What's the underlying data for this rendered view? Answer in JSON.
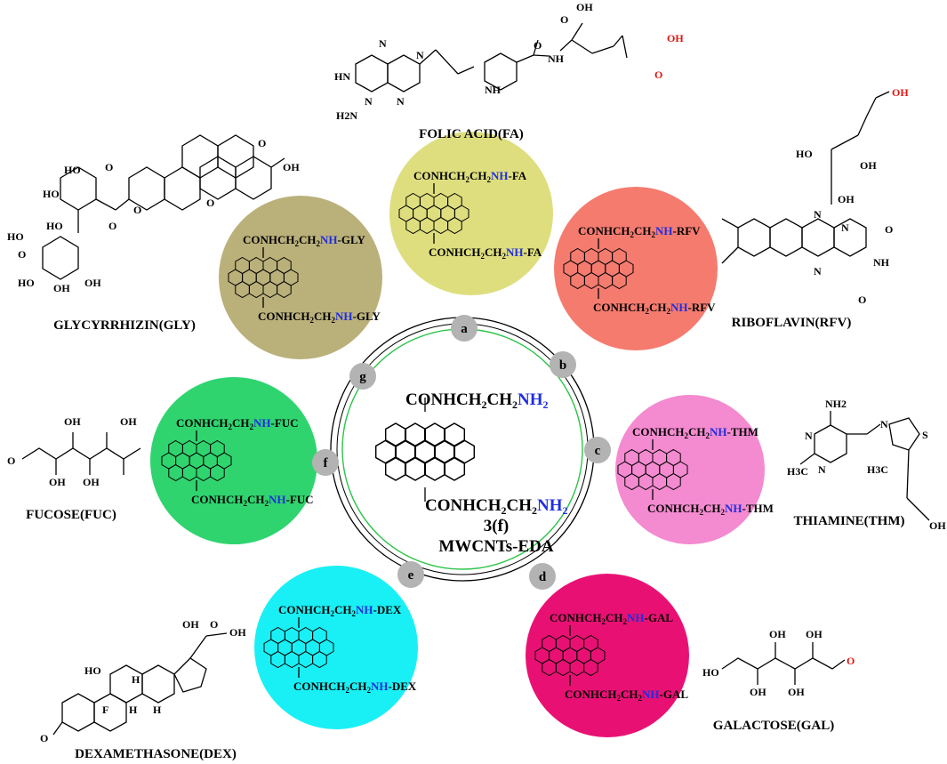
{
  "center": {
    "top_formula": "CONHCH2CH2NH2",
    "bottom_formula": "CONHCH2CH2NH2",
    "compound_number": "3(f)",
    "compound_name": "MWCNTs-EDA"
  },
  "nodes": [
    {
      "letter": "a",
      "ligand": "FA",
      "color": "#dede7e",
      "molecule_name": "FOLIC ACID(FA)"
    },
    {
      "letter": "b",
      "ligand": "RFV",
      "color": "#f57b6f",
      "molecule_name": "RIBOFLAVIN(RFV)"
    },
    {
      "letter": "c",
      "ligand": "THM",
      "color": "#f48ad0",
      "molecule_name": "THIAMINE(THM)"
    },
    {
      "letter": "d",
      "ligand": "GAL",
      "color": "#e81173",
      "molecule_name": "GALACTOSE(GAL)"
    },
    {
      "letter": "e",
      "ligand": "DEX",
      "color": "#19f0f5",
      "molecule_name": "DEXAMETHASONE(DEX)"
    },
    {
      "letter": "f",
      "ligand": "FUC",
      "color": "#2fd46f",
      "molecule_name": "FUCOSE(FUC)"
    },
    {
      "letter": "g",
      "ligand": "GLY",
      "color": "#bab07a",
      "molecule_name": "GLYCYRRHIZIN(GLY)"
    }
  ],
  "linker_prefix": "CONHCH2CH2",
  "linker_nh": "NH",
  "atom_labels": {
    "fa": [
      "OH",
      "O",
      "OH",
      "NH",
      "O",
      "O",
      "HN",
      "N",
      "N",
      "H2N",
      "N",
      "N",
      "NH"
    ],
    "rfv": [
      "OH",
      "HO",
      "OH",
      "OH",
      "N",
      "N",
      "O",
      "NH",
      "N",
      "O"
    ],
    "thm": [
      "NH2",
      "N",
      "N",
      "H3C",
      "N",
      "S",
      "H3C",
      "OH"
    ],
    "gal": [
      "OH",
      "OH",
      "HO",
      "OH",
      "OH",
      "O"
    ],
    "dex": [
      "HO",
      "O",
      "OH",
      "OH",
      "H",
      "F",
      "H",
      "H",
      "O"
    ],
    "fuc": [
      "OH",
      "OH",
      "O",
      "OH",
      "OH"
    ],
    "gly": [
      "HO",
      "O",
      "OH",
      "HO",
      "O",
      "HO",
      "O",
      "HO",
      "O",
      "HO",
      "OH",
      "OH",
      "O",
      "O"
    ]
  },
  "colors": {
    "nh_blue": "#1f2ee0",
    "acid_red": "#e0140f",
    "node_gray": "#b3b3b3",
    "ring_green": "#2ec44a"
  }
}
